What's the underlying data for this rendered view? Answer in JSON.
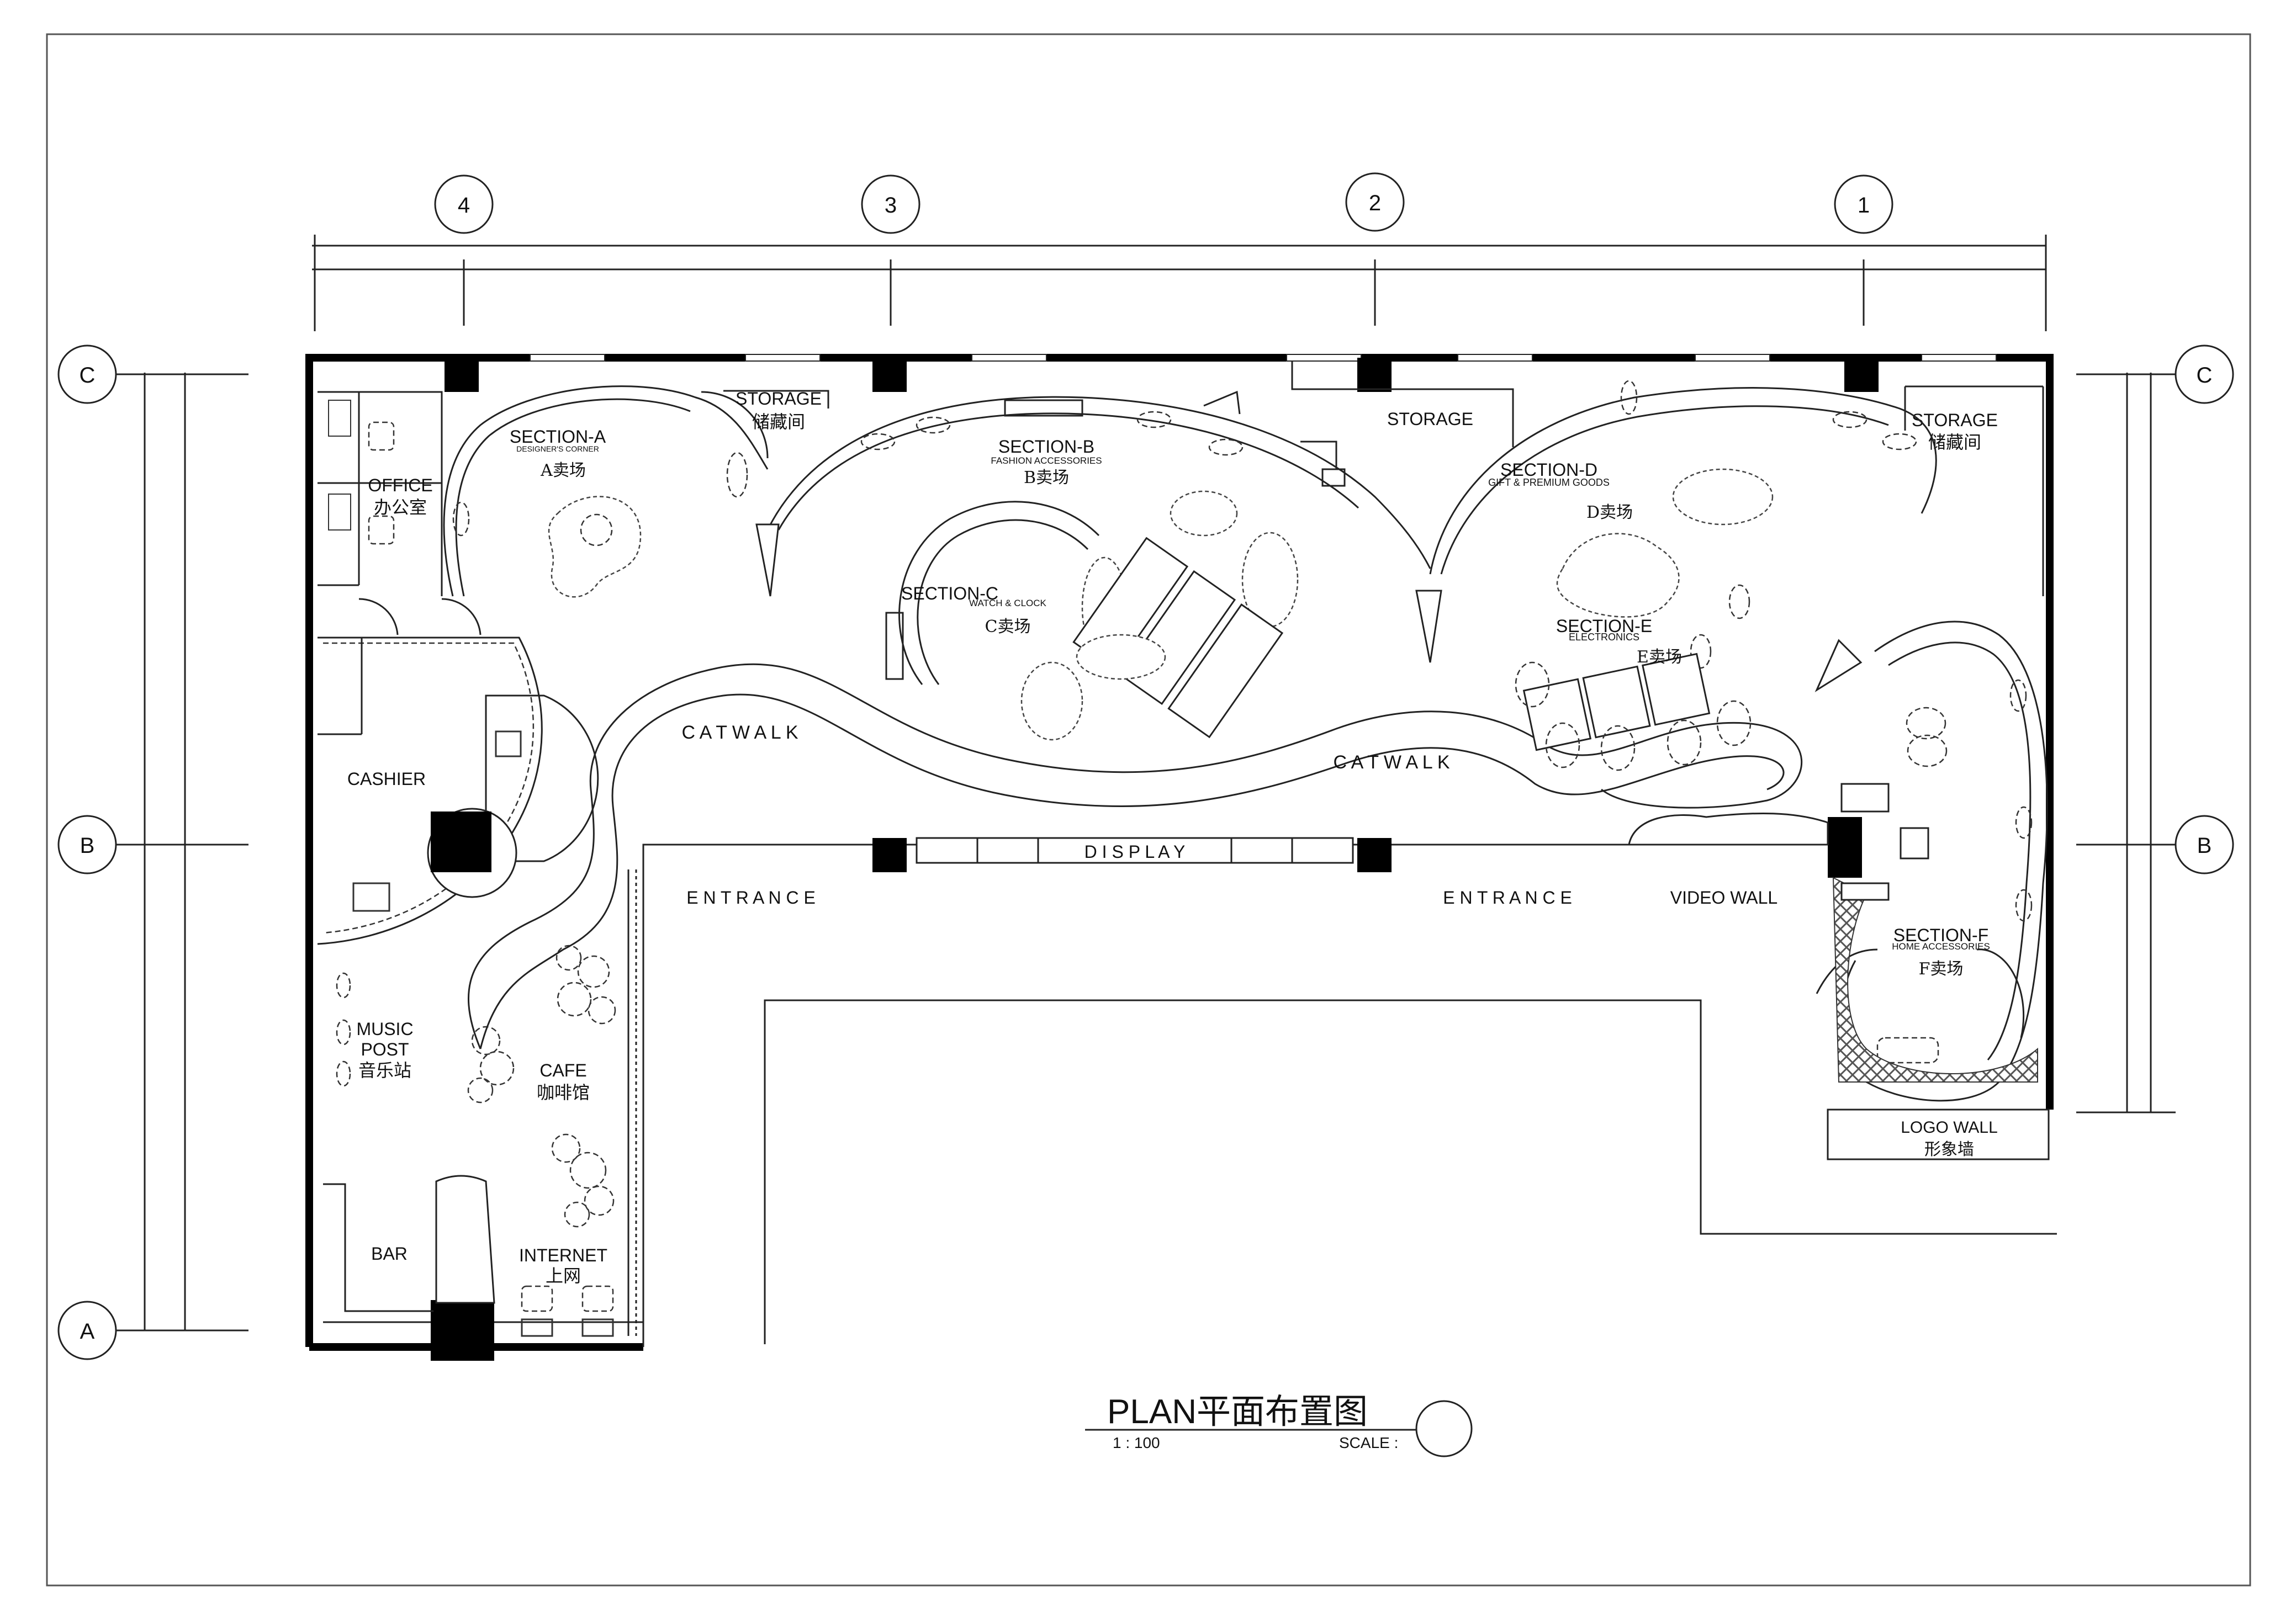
{
  "drawing": {
    "title": "PLAN平面布置图",
    "scale_text": "1 : 100",
    "scale_label": "SCALE :"
  },
  "grid": {
    "columns": [
      "4",
      "3",
      "2",
      "1"
    ],
    "rows_left": [
      "C",
      "B",
      "A"
    ],
    "rows_right": [
      "C",
      "B"
    ]
  },
  "rooms": {
    "office_en": "OFFICE",
    "office_cn": "办公室",
    "cashier": "CASHIER",
    "music_en1": "MUSIC",
    "music_en2": "POST",
    "music_cn": "音乐站",
    "cafe_en": "CAFE",
    "cafe_cn": "咖啡馆",
    "bar": "BAR",
    "internet_en": "INTERNET",
    "internet_cn": "上网",
    "storage1_en": "STORAGE",
    "storage1_cn": "储藏间",
    "storage2_en": "STORAGE",
    "storage3_en": "STORAGE",
    "storage3_cn": "储藏间",
    "logo_en": "LOGO WALL",
    "logo_cn": "形象墙",
    "video_wall": "VIDEO WALL",
    "display": "D I S P L A Y",
    "entrance1": "E N T R A N C E",
    "entrance2": "E N T R A N C E",
    "catwalk1": "C A T W A L K",
    "catwalk2": "C A T W A L K"
  },
  "sections": {
    "a_title": "SECTION-A",
    "a_sub": "DESIGNER'S CORNER",
    "a_cn": "A卖场",
    "b_title": "SECTION-B",
    "b_sub": "FASHION ACCESSORIES",
    "b_cn": "B卖场",
    "c_title": "SECTION-C",
    "c_sub": "WATCH & CLOCK",
    "c_cn": "C卖场",
    "d_title": "SECTION-D",
    "d_sub": "GIFT & PREMIUM GOODS",
    "d_cn": "D卖场",
    "e_title": "SECTION-E",
    "e_sub": "ELECTRONICS",
    "e_cn": "E卖场",
    "f_title": "SECTION-F",
    "f_sub": "HOME ACCESSORIES",
    "f_cn": "F卖场"
  }
}
